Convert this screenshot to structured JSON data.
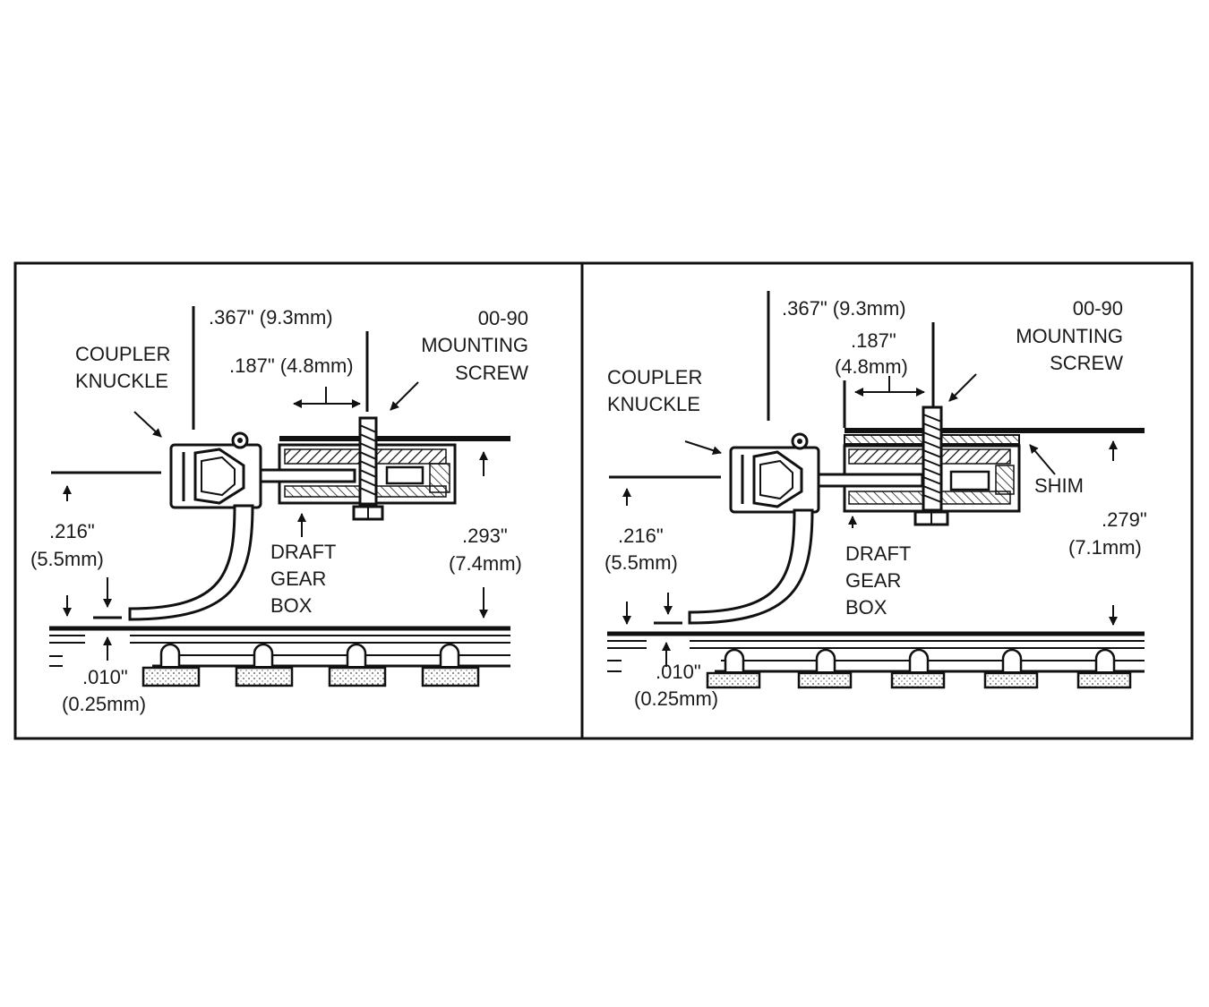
{
  "colors": {
    "ink": "#111111",
    "paper": "#ffffff"
  },
  "left": {
    "coupler_line1": "COUPLER",
    "coupler_line2": "KNUCKLE",
    "dim_367": ".367\" (9.3mm)",
    "dim_187": ".187\" (4.8mm)",
    "screw_line1": "00-90",
    "screw_line2": "MOUNTING",
    "screw_line3": "SCREW",
    "draft_line1": "DRAFT",
    "draft_line2": "GEAR",
    "draft_line3": "BOX",
    "dim_216_in": ".216\"",
    "dim_216_mm": "(5.5mm)",
    "dim_293_in": ".293\"",
    "dim_293_mm": "(7.4mm)",
    "dim_010_in": ".010\"",
    "dim_010_mm": "(0.25mm)"
  },
  "right": {
    "coupler_line1": "COUPLER",
    "coupler_line2": "KNUCKLE",
    "dim_367": ".367\" (9.3mm)",
    "dim_187_in": ".187\"",
    "dim_187_mm": "(4.8mm)",
    "screw_line1": "00-90",
    "screw_line2": "MOUNTING",
    "screw_line3": "SCREW",
    "shim": "SHIM",
    "draft_line1": "DRAFT",
    "draft_line2": "GEAR",
    "draft_line3": "BOX",
    "dim_216_in": ".216\"",
    "dim_216_mm": "(5.5mm)",
    "dim_279_in": ".279\"",
    "dim_279_mm": "(7.1mm)",
    "dim_010_in": ".010\"",
    "dim_010_mm": "(0.25mm)"
  }
}
